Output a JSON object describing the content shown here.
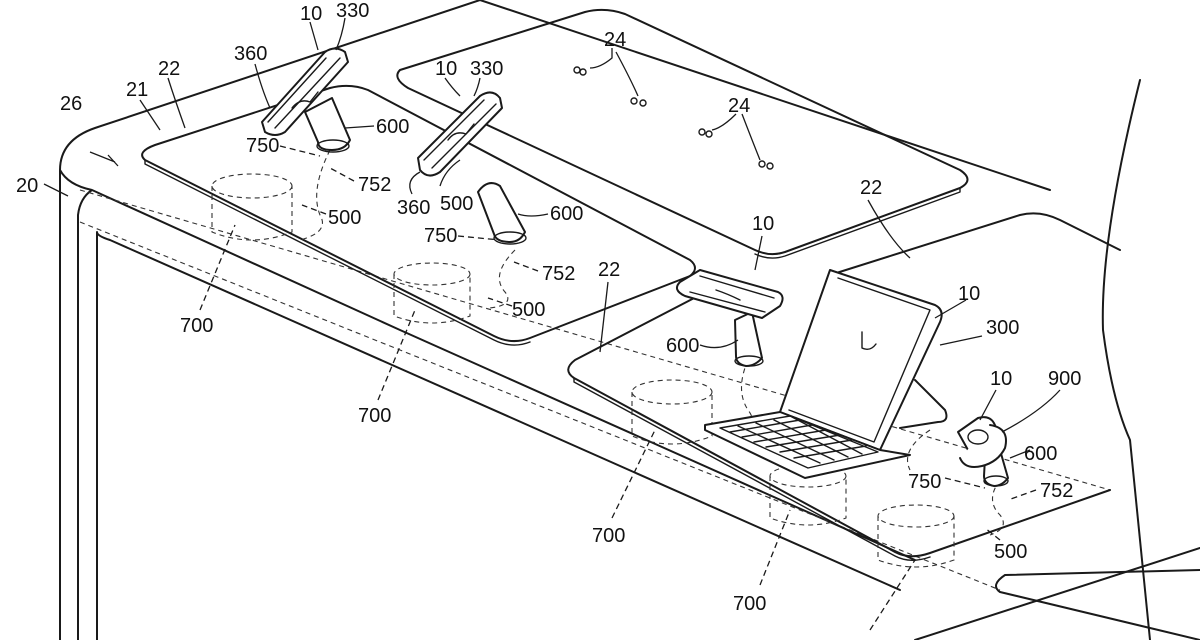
{
  "labels": {
    "n10": "10",
    "n20": "20",
    "n21": "21",
    "n22": "22",
    "n24": "24",
    "n26": "26",
    "n300": "300",
    "n330": "330",
    "n360": "360",
    "n500": "500",
    "n600": "600",
    "n700": "700",
    "n750": "750",
    "n752": "752",
    "n900": "900"
  }
}
